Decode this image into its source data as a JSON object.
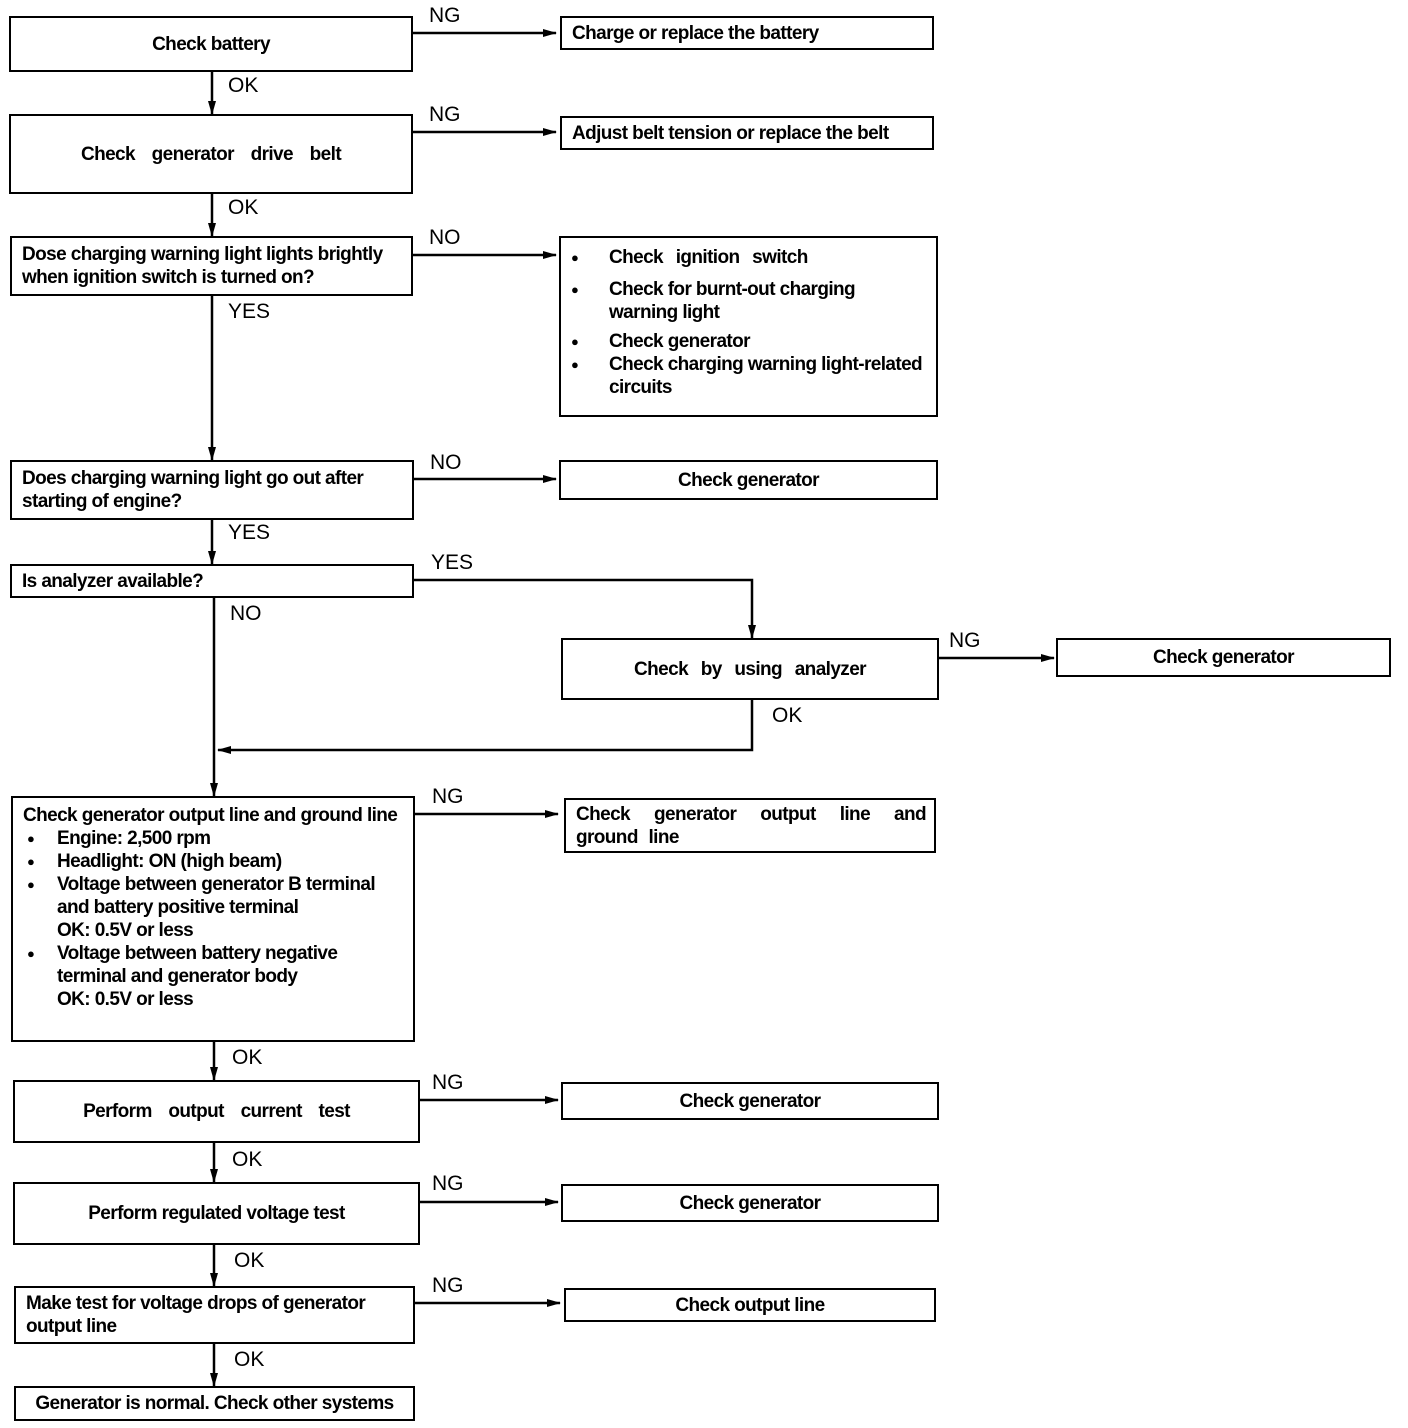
{
  "flowchart": {
    "main": {
      "check_battery": "Check battery",
      "check_belt": "Check generator drive belt",
      "warning_light_on": "Dose charging warning light lights brightly when ignition switch is turned on?",
      "warning_light_out": "Does charging warning light go out after starting of engine?",
      "analyzer_available": "Is analyzer available?",
      "check_by_analyzer": "Check by using analyzer",
      "output_line": {
        "title": "Check generator output line and ground line",
        "items": [
          "Engine: 2,500 rpm",
          "Headlight: ON (high beam)",
          "Voltage between generator B terminal and battery positive terminal",
          "Voltage between battery negative terminal and generator body"
        ],
        "ok_1": "OK: 0.5V or less",
        "ok_2": "OK: 0.5V or less"
      },
      "output_current_test": "Perform output current test",
      "regulated_voltage_test": "Perform regulated voltage test",
      "voltage_drop_test": "Make test for voltage drops of generator output line",
      "normal": "Generator is normal. Check other systems"
    },
    "results": {
      "replace_battery": "Charge or replace the battery",
      "adjust_belt": "Adjust belt tension or replace the belt",
      "warning_checks": [
        "Check ignition switch",
        "Check for burnt-out charging warning light",
        "Check generator",
        "Check charging warning light-related circuits"
      ],
      "check_generator_1": "Check generator",
      "check_generator_analyzer": "Check generator",
      "check_output_ground": "Check generator output line and ground line",
      "check_generator_2": "Check generator",
      "check_generator_3": "Check generator",
      "check_output_line": "Check output line"
    },
    "labels": {
      "ng": "NG",
      "ok": "OK",
      "yes": "YES",
      "no": "NO"
    }
  }
}
